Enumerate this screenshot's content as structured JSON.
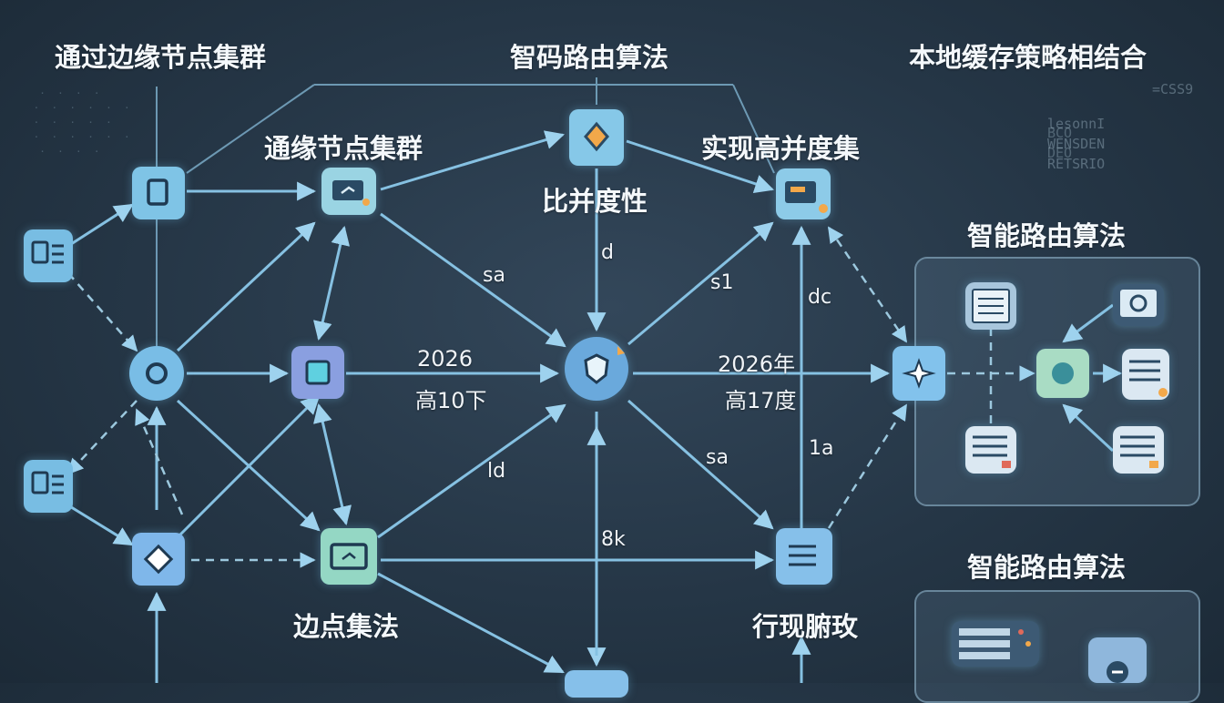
{
  "labels": {
    "top_left": "通过边缘节点集群",
    "top_center": "智码路由算法",
    "top_right": "本地缓存策略相结合",
    "cluster": "通缘节点集群",
    "top_node_sub": "比并度性",
    "right_top": "实现高并度集",
    "panel1_title": "智能路由算法",
    "panel2_title": "智能路由算法",
    "bottom_left": "边点集法",
    "bottom_right": "行现腑玫"
  },
  "edge_labels": {
    "sa_top": "sa",
    "d": "d",
    "s1": "s1",
    "dc": "dc",
    "mid_left_1": "2026",
    "mid_left_2": "高10下",
    "mid_right_1": "2026年",
    "mid_right_2": "高17度",
    "ld": "ld",
    "sa_bottom": "sa",
    "ia": "1a",
    "bk": "8k"
  },
  "background_code": {
    "right_block": "lesonnI\nWENSDEN\nRETSRIO",
    "right_block_b": "BCO\nDEO",
    "right_code": "=CSS9"
  },
  "colors": {
    "arrow": "#8ec8e8",
    "dashed": "#9cc8de",
    "node_blue": "#6fb6e2",
    "node_green": "#8fd1c6",
    "node_purple": "#8a9fe0",
    "accent_orange": "#f2a84a"
  }
}
